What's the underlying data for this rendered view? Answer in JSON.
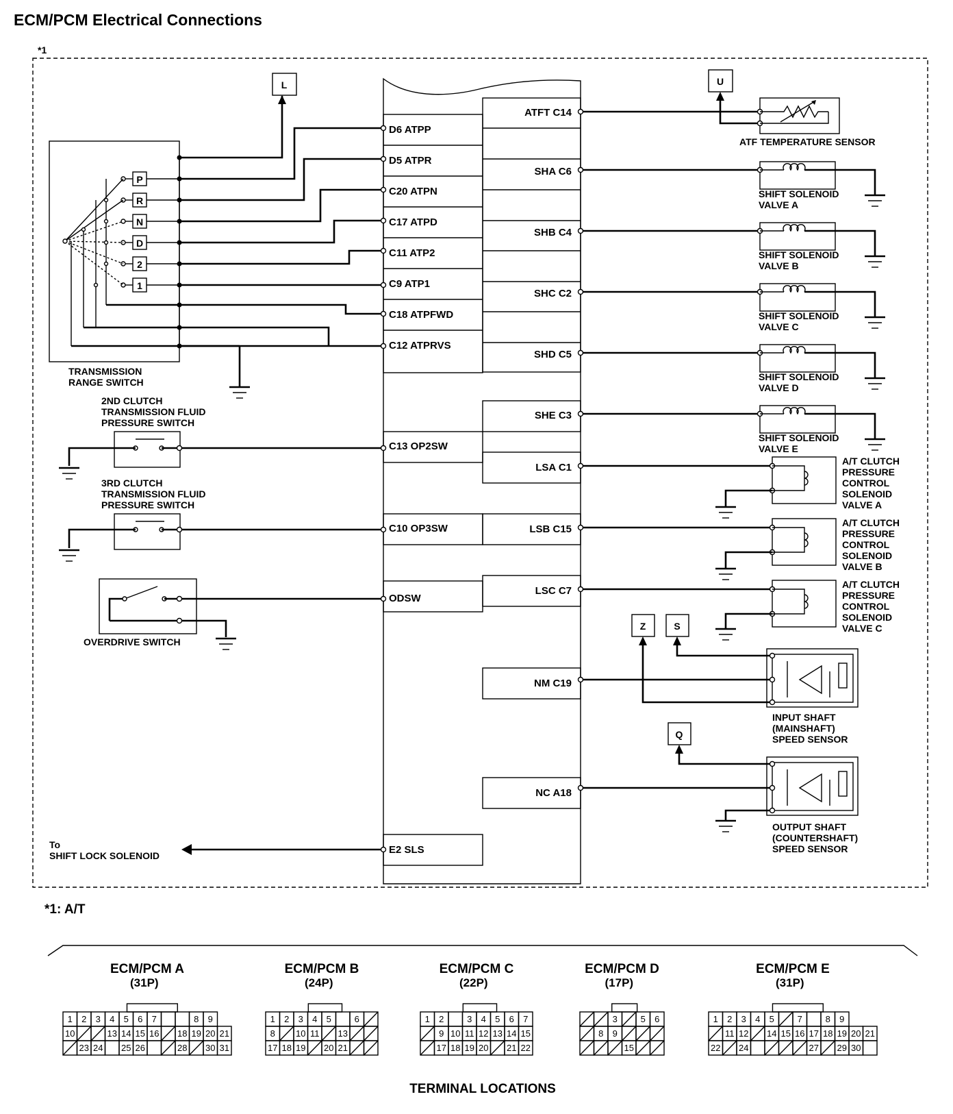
{
  "title": "ECM/PCM Electrical Connections",
  "note_mark": "*1",
  "footnote": "*1: A/T",
  "terminal_locations_label": "TERMINAL LOCATIONS",
  "range_switch": {
    "positions": [
      "P",
      "R",
      "N",
      "D",
      "2",
      "1"
    ],
    "label_lines": [
      "TRANSMISSION",
      "RANGE SWITCH"
    ]
  },
  "left_pins": [
    {
      "label": "D6 ATPP"
    },
    {
      "label": "D5 ATPR"
    },
    {
      "label": "C20  ATPN"
    },
    {
      "label": "C17 ATPD"
    },
    {
      "label": "C11 ATP2"
    },
    {
      "label": "C9 ATP1"
    },
    {
      "label": "C18 ATPFWD"
    },
    {
      "label": "C12 ATPRVS"
    },
    {
      "label": "C13 OP2SW"
    },
    {
      "label": "C10 OP3SW"
    },
    {
      "label": "ODSW"
    },
    {
      "label": "E2 SLS"
    }
  ],
  "right_pins": [
    {
      "label": "ATFT C14"
    },
    {
      "label": "SHA C6"
    },
    {
      "label": "SHB C4"
    },
    {
      "label": "SHC C2"
    },
    {
      "label": "SHD C5"
    },
    {
      "label": "SHE C3"
    },
    {
      "label": "LSA C1"
    },
    {
      "label": "LSB C15"
    },
    {
      "label": "LSC C7"
    },
    {
      "label": "NM C19"
    },
    {
      "label": "NC A18"
    }
  ],
  "components": {
    "atf_sensor": "ATF TEMPERATURE SENSOR",
    "shift_solenoids": [
      {
        "line1": "SHIFT SOLENOID",
        "line2": "VALVE A"
      },
      {
        "line1": "SHIFT SOLENOID",
        "line2": "VALVE B"
      },
      {
        "line1": "SHIFT SOLENOID",
        "line2": "VALVE C"
      },
      {
        "line1": "SHIFT SOLENOID",
        "line2": "VALVE D"
      },
      {
        "line1": "SHIFT SOLENOID",
        "line2": "VALVE E"
      }
    ],
    "pressure_solenoids": [
      {
        "lines": [
          "A/T CLUTCH",
          "PRESSURE",
          "CONTROL",
          "SOLENOID",
          "VALVE A"
        ]
      },
      {
        "lines": [
          "A/T CLUTCH",
          "PRESSURE",
          "CONTROL",
          "SOLENOID",
          "VALVE B"
        ]
      },
      {
        "lines": [
          "A/T CLUTCH",
          "PRESSURE",
          "CONTROL",
          "SOLENOID",
          "VALVE C"
        ]
      }
    ],
    "clutch2_switch": [
      "2ND CLUTCH",
      "TRANSMISSION FLUID",
      "PRESSURE SWITCH"
    ],
    "clutch3_switch": [
      "3RD CLUTCH",
      "TRANSMISSION FLUID",
      "PRESSURE SWITCH"
    ],
    "overdrive_switch": "OVERDRIVE SWITCH",
    "input_sensor": [
      "INPUT SHAFT",
      "(MAINSHAFT)",
      "SPEED SENSOR"
    ],
    "output_sensor": [
      "OUTPUT SHAFT",
      "(COUNTERSHAFT)",
      "SPEED SENSOR"
    ],
    "shift_lock": [
      "To",
      "SHIFT LOCK SOLENOID"
    ]
  },
  "connector_refs": [
    "L",
    "U",
    "Z",
    "S",
    "Q"
  ],
  "connectors": [
    {
      "name": "ECM/PCM A",
      "pins": "(31P)",
      "rows": [
        [
          "1",
          "2",
          "3",
          "4",
          "5",
          "6",
          "7",
          "",
          "",
          "8",
          "9"
        ],
        [
          "10",
          "/",
          "/",
          "13",
          "14",
          "15",
          "16",
          "/",
          "18",
          "19",
          "20",
          "21"
        ],
        [
          "/",
          "23",
          "24",
          "",
          "25",
          "26",
          "",
          "/",
          "28",
          "/",
          "30",
          "31"
        ]
      ]
    },
    {
      "name": "ECM/PCM B",
      "pins": "(24P)",
      "rows": [
        [
          "1",
          "2",
          "3",
          "4",
          "5",
          "",
          "6",
          "/"
        ],
        [
          "8",
          "/",
          "10",
          "11",
          "/",
          "13",
          "/",
          "/"
        ],
        [
          "17",
          "18",
          "19",
          "/",
          "20",
          "21",
          "/",
          "/"
        ]
      ]
    },
    {
      "name": "ECM/PCM C",
      "pins": "(22P)",
      "rows": [
        [
          "1",
          "2",
          "",
          "3",
          "4",
          "5",
          "6",
          "7"
        ],
        [
          "/",
          "9",
          "10",
          "11",
          "12",
          "13",
          "14",
          "15"
        ],
        [
          "/",
          "17",
          "18",
          "19",
          "20",
          "/",
          "21",
          "22"
        ]
      ]
    },
    {
      "name": "ECM/PCM D",
      "pins": "(17P)",
      "rows": [
        [
          "/",
          "/",
          "3",
          "/",
          "5",
          "6"
        ],
        [
          "/",
          "8",
          "9",
          "/",
          "/",
          "/"
        ],
        [
          "/",
          "/",
          "/",
          "15",
          "/",
          "/"
        ]
      ]
    },
    {
      "name": "ECM/PCM E",
      "pins": "(31P)",
      "rows": [
        [
          "1",
          "2",
          "3",
          "4",
          "5",
          "/",
          "7",
          "",
          "8",
          "9"
        ],
        [
          "/",
          "11",
          "12",
          "/",
          "14",
          "15",
          "16",
          "17",
          "18",
          "19",
          "20",
          "21"
        ],
        [
          "22",
          "/",
          "24",
          "",
          "/",
          "/",
          "/",
          "27",
          "/",
          "29",
          "30",
          ""
        ]
      ]
    }
  ]
}
